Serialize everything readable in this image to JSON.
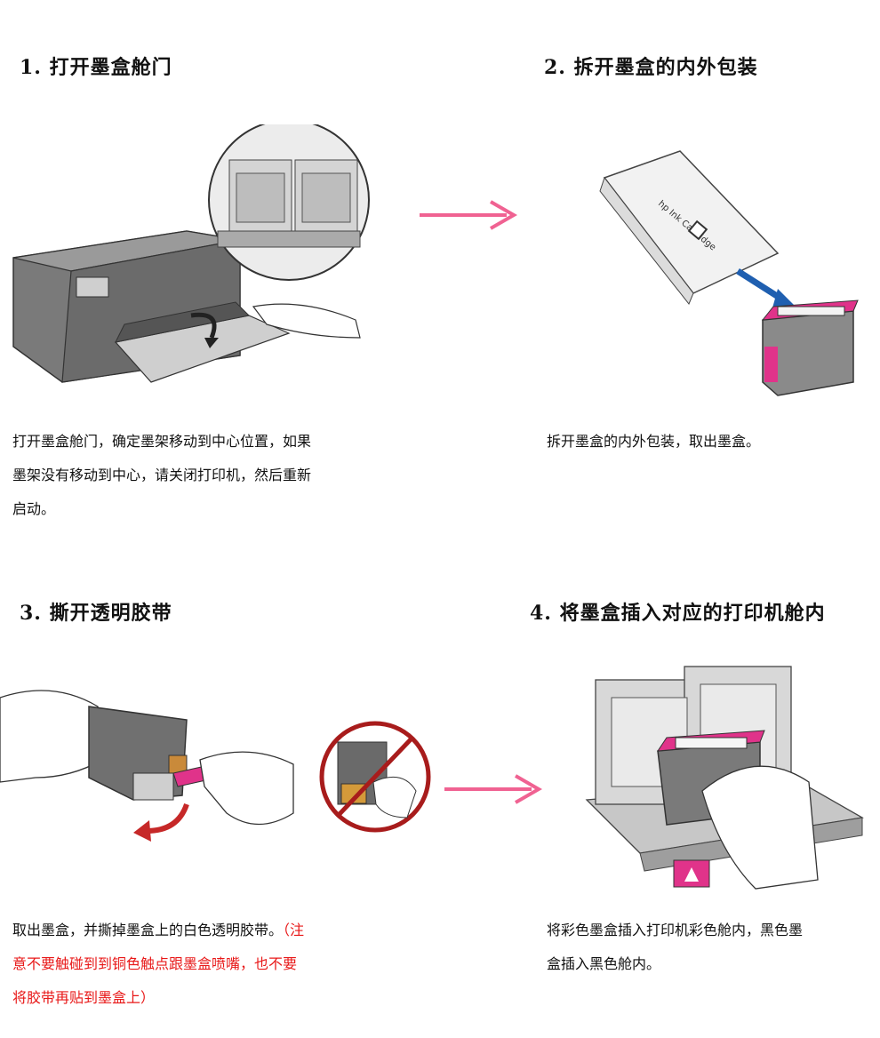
{
  "steps": [
    {
      "heading": "1. 打开墨盒舱门",
      "desc_lines": [
        "打开墨盒舱门，确定墨架移动到中心位置，如果",
        "墨架没有移动到中心，请关闭打印机，然后重新",
        "启动。"
      ]
    },
    {
      "heading": "2. 拆开墨盒的内外包装",
      "desc_lines": [
        "拆开墨盒的内外包装，取出墨盒。"
      ]
    },
    {
      "heading": "3. 撕开透明胶带",
      "desc_line1_normal": "取出墨盒，并撕掉墨盒上的白色透明胶带。",
      "desc_line1_warn": "（注",
      "desc_warn_lines": [
        "意不要触碰到到铜色触点跟墨盒喷嘴，也不要",
        "将胶带再贴到墨盒上）"
      ]
    },
    {
      "heading": "4. 将墨盒插入对应的打印机舱内",
      "desc_lines": [
        "将彩色墨盒插入打印机彩色舱内，黑色墨",
        "盒插入黑色舱内。"
      ]
    }
  ],
  "package_label": "hp Ink Cartridge",
  "colors": {
    "arrow": "#f06292",
    "magenta": "#e0338a",
    "warn_text": "#e81818",
    "blue_arrow": "#1f5fb0"
  }
}
